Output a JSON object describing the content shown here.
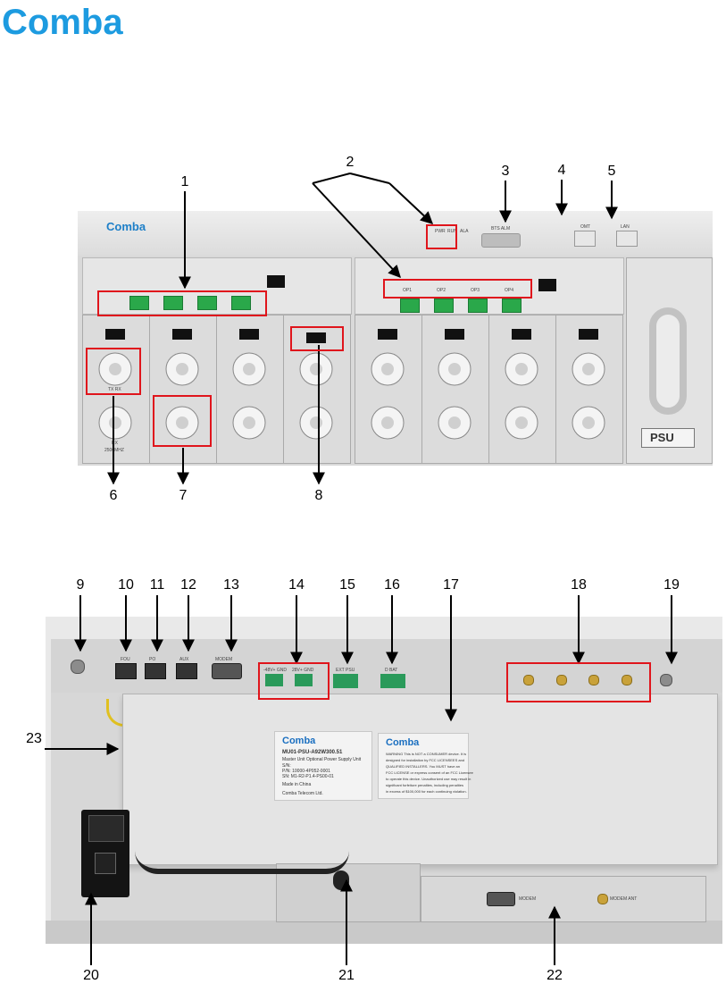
{
  "header": {
    "logo_text": "Comba"
  },
  "figure_top": {
    "callouts": [
      "1",
      "2",
      "3",
      "4",
      "5",
      "6",
      "7",
      "8"
    ],
    "panel_brand": "Comba",
    "leds": [
      "PWR",
      "RUN",
      "ALA"
    ],
    "ports": {
      "bts_alm": "BTS ALM",
      "omt": "OMT",
      "lan": "LAN"
    },
    "op_ports_right": [
      "OP1",
      "OP2",
      "OP3",
      "OP4"
    ],
    "module_labels": {
      "txrx": "TX RX",
      "rx": "RX",
      "band": "2500MHZ"
    },
    "psu": "PSU"
  },
  "figure_bottom": {
    "callouts_top": [
      "9",
      "10",
      "11",
      "12",
      "13",
      "14",
      "15",
      "16",
      "17",
      "18",
      "19"
    ],
    "callouts_bottom": [
      "20",
      "21",
      "22"
    ],
    "callout_side": "23",
    "ports": {
      "fo": "FOU",
      "po": "PO",
      "aux": "AUX",
      "modem": "MODEM",
      "dc1": "-48V+ GND",
      "dc2": "28V+ GND",
      "ext_psu": "EXT PSU",
      "dbat": "D BAT",
      "modem_ant": "MODEM ANT"
    },
    "sticker_left": {
      "brand": "Comba",
      "lines": [
        "MU01-PSU-A92W300.51",
        "Master Unit Optional Power Supply Unit",
        "S/N:",
        "P/N: 10000-4P052-0001",
        "SN: M1-R2-P1.4-PS00-01",
        "Made in China",
        "Comba Telecom Ltd."
      ]
    },
    "sticker_right": {
      "brand": "Comba",
      "lines": [
        "WARNING This is NOT a CONSUMER device. It is",
        "designed for installation by FCC LICENSEES and",
        "QUALIFIED INSTALLERS. You MUST have an",
        "FCC LICENSE or express consent of an FCC Licensee",
        "to operate this device. Unauthorized use may result in",
        "significant forfeiture penalties, including penalties",
        "in excess of $100,000 for each continuing violation."
      ]
    },
    "module_labels": {
      "modem": "MODEM",
      "modem_ant": "MODEM ANT"
    }
  }
}
